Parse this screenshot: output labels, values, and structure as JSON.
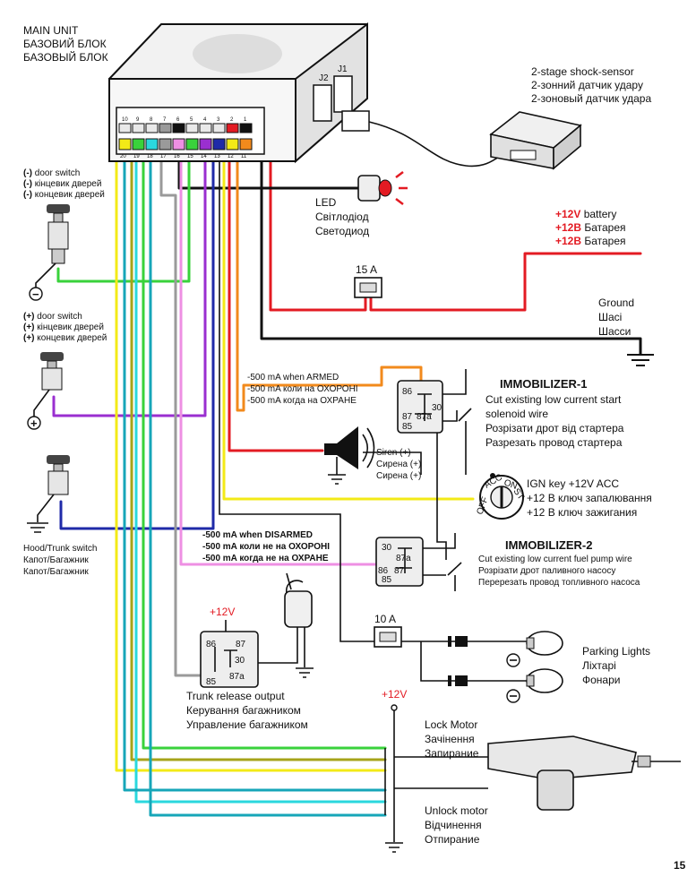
{
  "colors": {
    "red": "#e31b23",
    "black": "#111111",
    "green": "#39d23b",
    "violet": "#9a2fd0",
    "blue": "#1f2aa8",
    "pink": "#ee8fe3",
    "gray": "#9a9a9a",
    "orange": "#f28a1c",
    "yellow": "#f3ea17",
    "olive": "#a6a31a",
    "cyan": "#2ad8de",
    "teal": "#16a6b8"
  },
  "main_unit": {
    "line1": "MAIN UNIT",
    "line2": "БАЗОВИЙ БЛОК",
    "line3": "БАЗОВЫЙ БЛОК",
    "j1": "J1",
    "j2": "J2",
    "pins_top": [
      "10",
      "9",
      "8",
      "7",
      "6",
      "5",
      "4",
      "3",
      "2",
      "1"
    ],
    "pins_bottom": [
      "20",
      "19",
      "18",
      "17",
      "16",
      "15",
      "14",
      "13",
      "12",
      "11"
    ]
  },
  "shock_sensor": {
    "line1": "2-stage shock-sensor",
    "line2": "2-зонний датчик удару",
    "line3": "2-зоновый датчик удара"
  },
  "led": {
    "line1": "LED",
    "line2": "Світлодіод",
    "line3": "Светодиод"
  },
  "battery": {
    "v1": "+12V",
    "t1": " battery",
    "v2": "+12В",
    "t2": " Батарея",
    "v3": "+12В",
    "t3": " Батарея"
  },
  "fuse15": "15 A",
  "fuse10": "10 A",
  "ground": {
    "line1": "Ground",
    "line2": "Шасі",
    "line3": "Шасси"
  },
  "door_neg": {
    "sign": "(-)",
    "line1": " door switch",
    "line2": " кінцевик дверей",
    "line3": " концевик дверей",
    "terminal": "−"
  },
  "door_pos": {
    "sign": "(+)",
    "line1": " door switch",
    "line2": " кінцевик дверей",
    "line3": " концевик дверей",
    "terminal": "+"
  },
  "hood": {
    "line1": "Hood/Trunk switch",
    "line2": "Капот/Багажник",
    "line3": "Капот/Багажник"
  },
  "armed": {
    "line1": "-500 mA when ARMED",
    "line2": "-500 mA коли на ОХОРОНІ",
    "line3": "-500 mA когда на ОХРАНЕ"
  },
  "disarmed": {
    "line1": "-500 mA when DISARMED",
    "line2": "-500 mA коли не на ОХОРОНІ",
    "line3": "-500 mA когда не на ОХРАНЕ"
  },
  "immo1": {
    "title": "IMMOBILIZER-1",
    "line1": "Cut existing low current start",
    "line2": "solenoid wire",
    "line3": "Розрізати дрот від стартера",
    "line4": "Разрезать провод стартера"
  },
  "immo2": {
    "title": "IMMOBILIZER-2",
    "line1": "Cut existing low current fuel pump wire",
    "line2": "Розрізати дрот паливного насосу",
    "line3": "Перерезать провод топливного насоса"
  },
  "relay_pins": {
    "p86": "86",
    "p87": "87",
    "p87a": "87a",
    "p85": "85",
    "p30": "30"
  },
  "siren": {
    "line1": "Siren (+)",
    "line2": "Сирена (+)",
    "line3": "Сирена (+)"
  },
  "ign": {
    "line1": "IGN key +12V ACC",
    "line2": "+12 В ключ запалювання",
    "line3": "+12 В ключ зажигания",
    "off": "OFF",
    "acc": "ACC",
    "on": "ON",
    "st": "ST"
  },
  "trunk": {
    "plus": "+12V",
    "line1": "Trunk release output",
    "line2": "Керування багажником",
    "line3": "Управление багажником"
  },
  "parking": {
    "line1": "Parking Lights",
    "line2": "Ліхтарі",
    "line3": "Фонари"
  },
  "lock": {
    "plus": "+12V",
    "line1": "Lock Motor",
    "line2": "Зачінення",
    "line3": "Запирание"
  },
  "unlock": {
    "line1": "Unlock motor",
    "line2": "Відчинення",
    "line3": "Отпирание"
  },
  "page_number": "15"
}
